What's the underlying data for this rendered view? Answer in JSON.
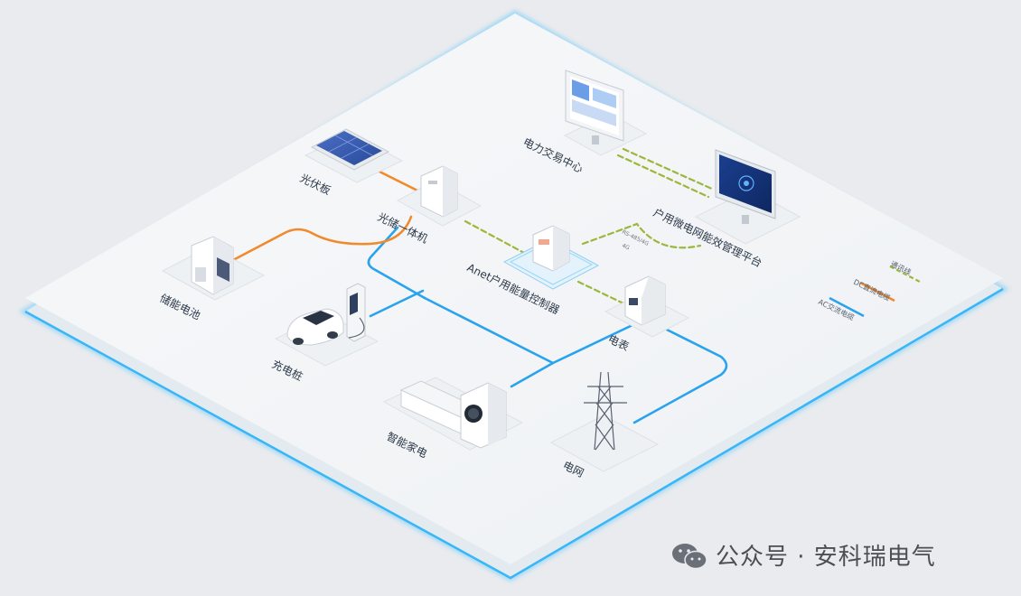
{
  "nodes": {
    "pv_panel": "光伏板",
    "pv_storage_inverter": "光储一体机",
    "storage_battery": "储能电池",
    "charging_pile": "充电桩",
    "energy_controller": "Anet户用能量控制器",
    "meter": "电表",
    "smart_appliance": "智能家电",
    "power_grid": "电网",
    "trading_center": "电力交易中心",
    "cloud_platform": "户用微电网能效管理平台",
    "link_protocol_1": "RS-485/4G",
    "link_protocol_2": "4G"
  },
  "legend": {
    "communication": "通讯线",
    "dc": "DC直流电缆",
    "ac": "AC交流电缆"
  },
  "colors": {
    "ac_line": "#2aa3ee",
    "dc_line": "#f08a2c",
    "comm_line": "#9ab83a",
    "platform_glow": "#4fc3ff"
  },
  "watermark": "公众号 · 安科瑞电气"
}
